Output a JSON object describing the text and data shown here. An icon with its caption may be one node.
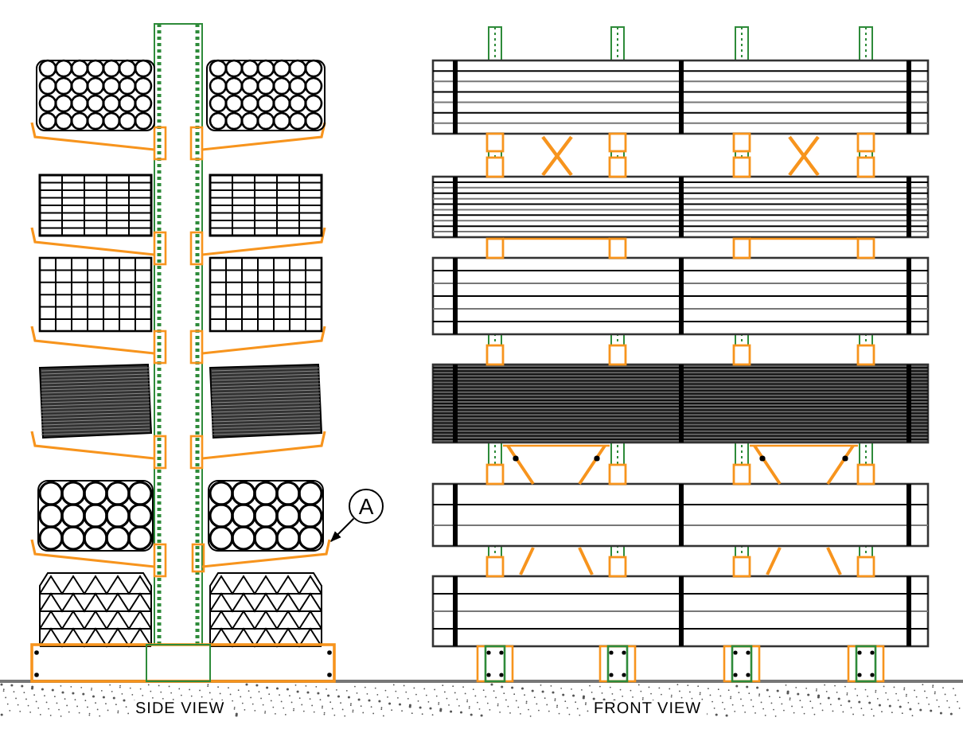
{
  "diagram": {
    "nodes": [
      {
        "text": [
          "A"
        ]
      },
      {
        "text": [],
        "shape": "bar"
      }
    ],
    "edges": [
      {
        "from": 0,
        "to": 1,
        "arrow": "to"
      }
    ],
    "labels": [
      "SIDE VIEW",
      "FRONT VIEW"
    ]
  }
}
